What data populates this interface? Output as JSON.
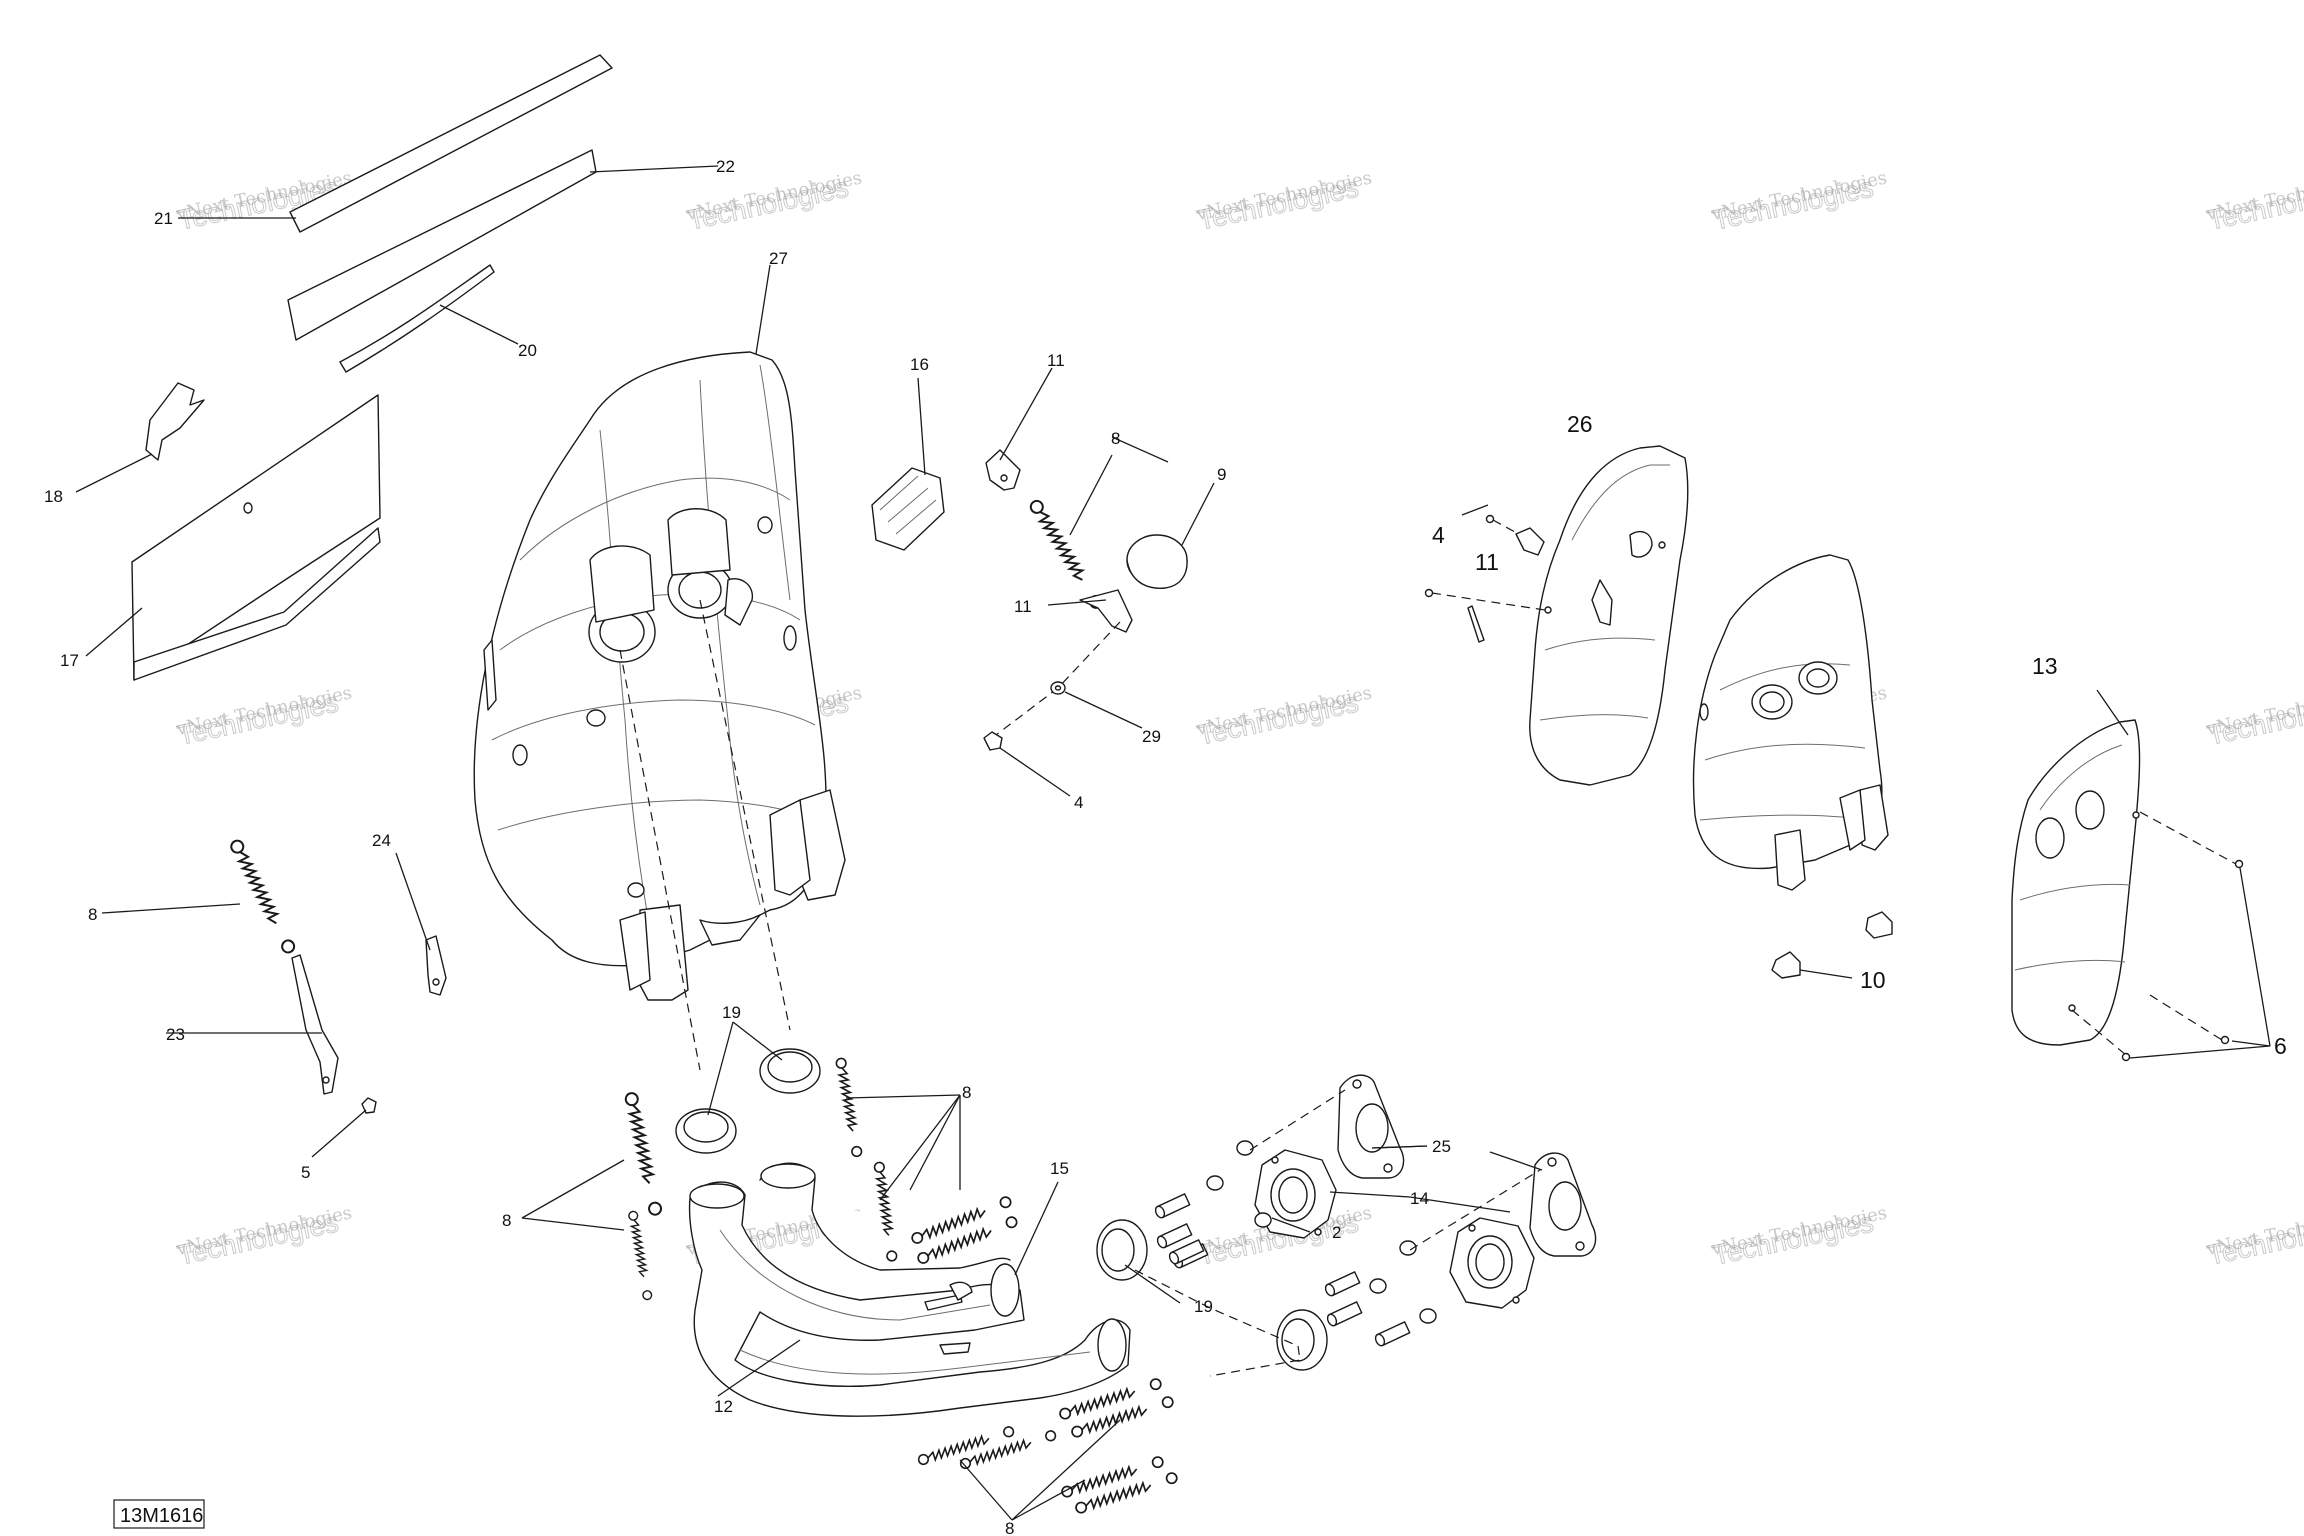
{
  "diagram": {
    "figure_code": "13M1616",
    "watermark": {
      "line1": "vNext Technologies",
      "line2": "Technologies",
      "line3": "vNext"
    },
    "callouts": {
      "c2": "2",
      "c4a": "4",
      "c4b": "4",
      "c5": "5",
      "c6": "6",
      "c8a": "8",
      "c8b": "8",
      "c8c": "8",
      "c8d": "8",
      "c8e": "8",
      "c9": "9",
      "c10": "10",
      "c11a": "11",
      "c11b": "11",
      "c11c": "11",
      "c12": "12",
      "c13": "13",
      "c14": "14",
      "c15": "15",
      "c16": "16",
      "c17": "17",
      "c18": "18",
      "c19a": "19",
      "c19b": "19",
      "c20": "20",
      "c21": "21",
      "c22": "22",
      "c23": "23",
      "c24": "24",
      "c25": "25",
      "c26": "26",
      "c27": "27",
      "c29": "29"
    }
  }
}
